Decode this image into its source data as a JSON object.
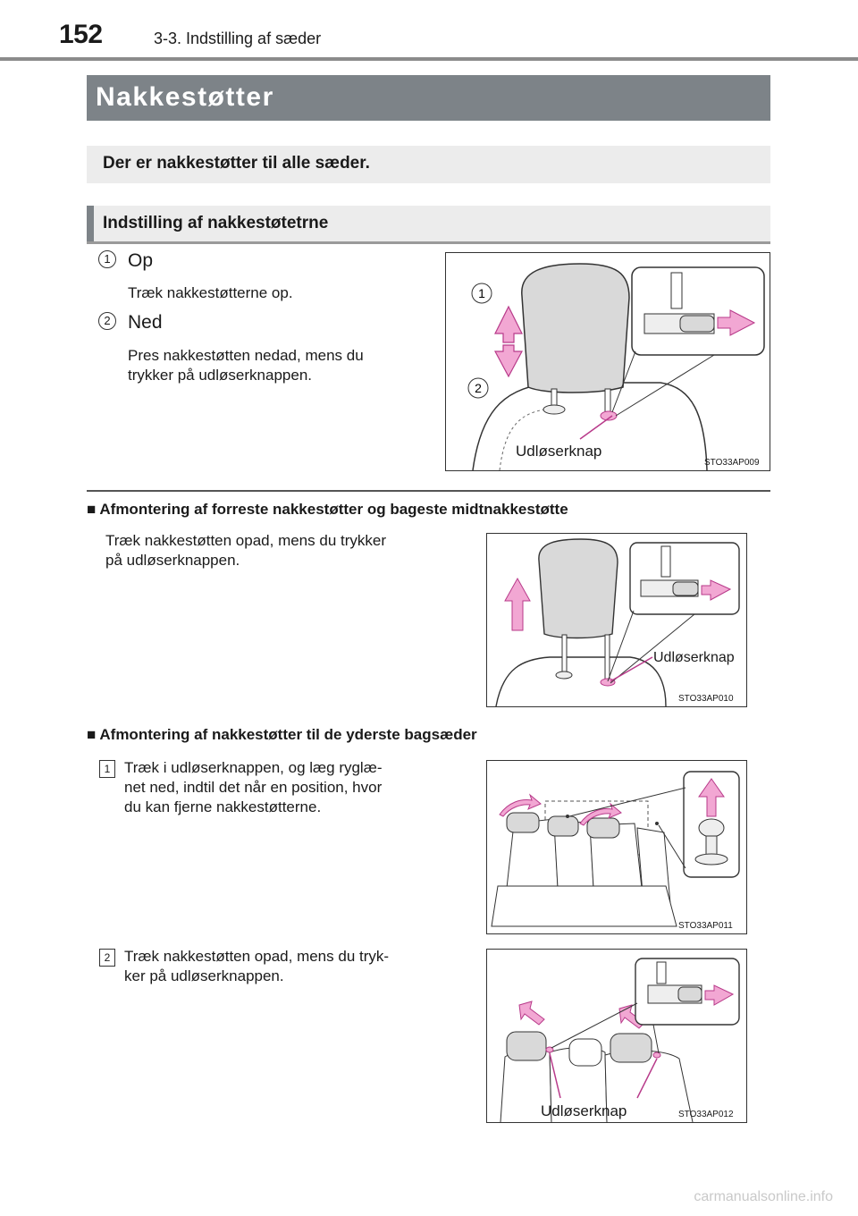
{
  "header": {
    "page_number": "152",
    "section": "3-3. Indstilling af sæder"
  },
  "title": "Nakkestøtter",
  "intro": "Der er nakkestøtter til alle sæder.",
  "subsection": "Indstilling af nakkestøtetrne",
  "steps": [
    {
      "num": "1",
      "heading": "Op",
      "text": "Træk nakkestøtterne op."
    },
    {
      "num": "2",
      "heading": "Ned",
      "text_lines": [
        "Pres nakkestøtten nedad, mens du",
        "trykker på udløserknappen."
      ]
    }
  ],
  "section_a": {
    "heading": "Afmontering af forreste nakkestøtter og bageste midtnakkestøtte",
    "text_lines": [
      "Træk nakkestøtten opad, mens du trykker",
      "på udløserknappen."
    ]
  },
  "section_b": {
    "heading": "Afmontering af nakkestøtter til de yderste bagsæder",
    "steps": [
      {
        "num": "1",
        "text_lines": [
          "Træk i udløserknappen, og læg ryglæ-",
          "net ned, indtil det når en position, hvor",
          "du kan fjerne nakkestøtterne."
        ]
      },
      {
        "num": "2",
        "text_lines": [
          "Træk nakkestøtten opad, mens du tryk-",
          "ker på udløserknappen."
        ]
      }
    ]
  },
  "figures": [
    {
      "code": "STO33AP009",
      "callout": "Udløserknap",
      "labels": [
        "1",
        "2"
      ]
    },
    {
      "code": "STO33AP010",
      "callout": "Udløserknap"
    },
    {
      "code": "STO33AP011"
    },
    {
      "code": "STO33AP012",
      "callout": "Udløserknap"
    }
  ],
  "watermark": "carmanualsonline.info",
  "colors": {
    "pink": "#f2a7d3",
    "pink_stroke": "#b83a8a",
    "gray_bar": "#7d8388",
    "light_box": "#ececec",
    "headrest": "#d9d9d9"
  }
}
